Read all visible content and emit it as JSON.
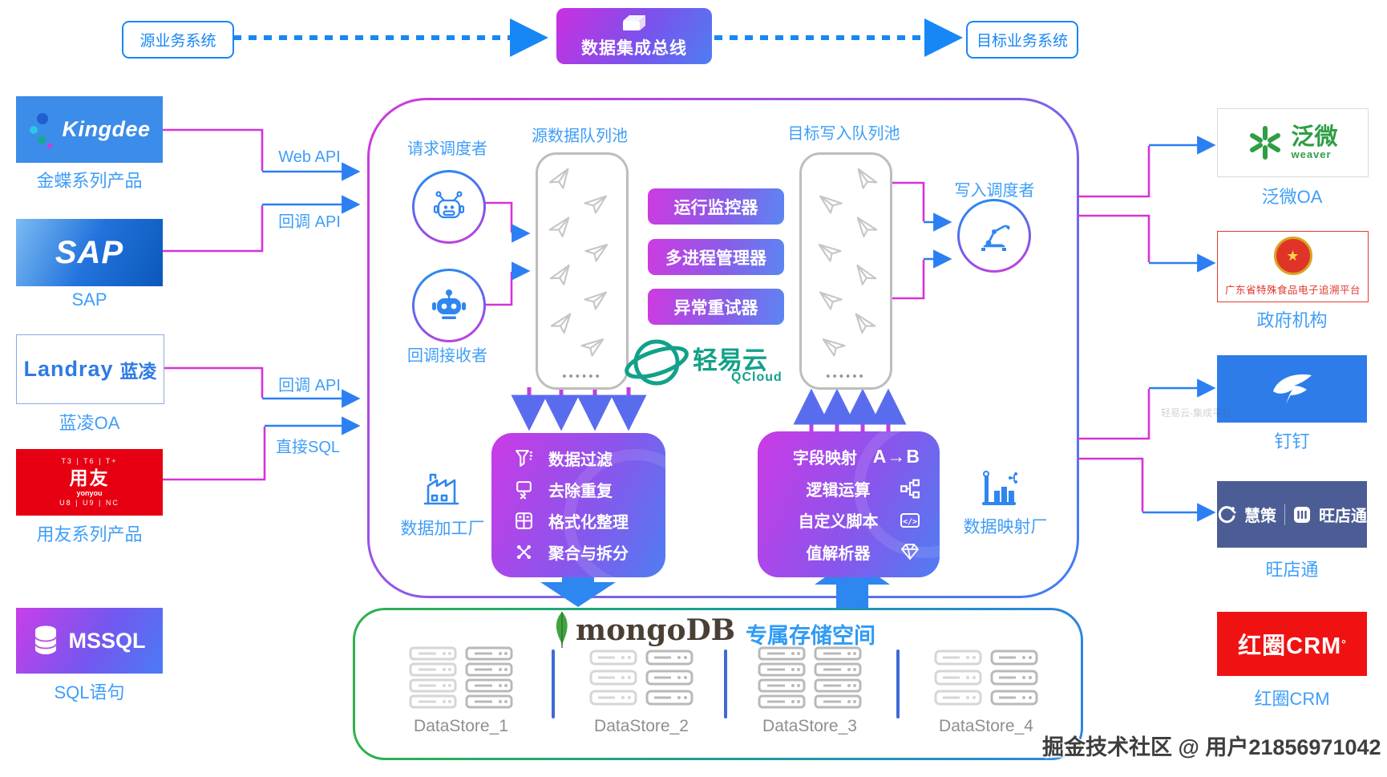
{
  "colors": {
    "blue": "#2b7ff2",
    "magenta": "#d633d8",
    "label_blue": "#3f9ef7",
    "gradient_start": "#cb3ae6",
    "gradient_end": "#4f7df2",
    "teal": "#12a189",
    "mongo_green": "#2eb24c",
    "dingtalk_blue": "#2e7cea",
    "yonyou_red": "#e60012",
    "hongquan_red": "#f01212"
  },
  "top_flow": {
    "source": "源业务系统",
    "bus": "数据集成总线",
    "target": "目标业务系统"
  },
  "edge_labels": {
    "web_api": "Web API",
    "callback_api_1": "回调 API",
    "callback_api_2": "回调 API",
    "direct_sql": "直接SQL"
  },
  "left_systems": {
    "kingdee": {
      "logo": "Kingdee",
      "caption": "金蝶系列产品"
    },
    "sap": {
      "logo": "SAP",
      "caption": "SAP"
    },
    "landray": {
      "logo_en": "Landray",
      "logo_cn": "蓝凌",
      "caption": "蓝凌OA"
    },
    "yonyou": {
      "line1": "T3 | T6 | T+",
      "name": "用友",
      "sub": "yonyou",
      "line2": "U8 | U9 | NC",
      "caption": "用友系列产品"
    },
    "mssql": {
      "logo": "MSSQL",
      "caption": "SQL语句"
    }
  },
  "center": {
    "request_scheduler": "请求调度者",
    "callback_receiver": "回调接收者",
    "source_queue_title": "源数据队列池",
    "target_queue_title": "目标写入队列池",
    "write_scheduler": "写入调度者",
    "monitor_1": "运行监控器",
    "monitor_2": "多进程管理器",
    "monitor_3": "异常重试器",
    "qcloud_name": "轻易云",
    "qcloud_sub": "QCloud",
    "processor_title": "数据加工厂",
    "proc_1": "数据过滤",
    "proc_2": "去除重复",
    "proc_3": "格式化整理",
    "proc_4": "聚合与拆分",
    "mapper_title": "数据映射厂",
    "map_1": "字段映射",
    "map_1_badge": "A→B",
    "map_2": "逻辑运算",
    "map_3": "自定义脚本",
    "map_4": "值解析器"
  },
  "storage": {
    "brand": "mongoDB",
    "title": "专属存储空间",
    "store_1": "DataStore_1",
    "store_2": "DataStore_2",
    "store_3": "DataStore_3",
    "store_4": "DataStore_4"
  },
  "right_systems": {
    "weaver": {
      "logo_cn": "泛微",
      "logo_en": "weaver",
      "caption": "泛微OA"
    },
    "gov": {
      "logo_text": "广东省特殊食品电子追溯平台",
      "caption": "政府机构"
    },
    "dingtalk": {
      "caption": "钉钉"
    },
    "wdt": {
      "logo_a": "慧策",
      "logo_b": "旺店通",
      "caption": "旺店通"
    },
    "hongquan": {
      "logo": "红圈CRM",
      "logo_mark": "°",
      "caption": "红圈CRM"
    }
  },
  "watermarks": {
    "corner": "掘金技术社区 @ 用户21856971042",
    "faint": "轻易云-集成平台"
  }
}
